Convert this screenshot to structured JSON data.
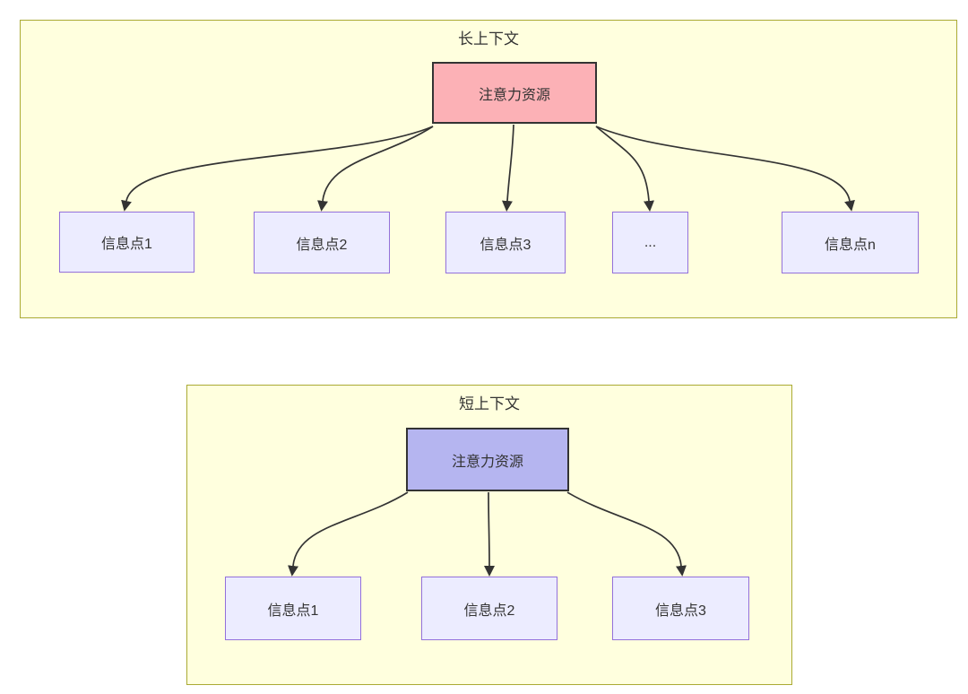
{
  "diagram": {
    "long_context": {
      "title": "长上下文",
      "root_label": "注意力资源",
      "root_fill": "#fcb1b6",
      "children": [
        "信息点1",
        "信息点2",
        "信息点3",
        "...",
        "信息点n"
      ]
    },
    "short_context": {
      "title": "短上下文",
      "root_label": "注意力资源",
      "root_fill": "#b5b5f0",
      "children": [
        "信息点1",
        "信息点2",
        "信息点3"
      ]
    },
    "colors": {
      "panel_background": "#ffffde",
      "panel_border": "#aaaa33",
      "info_node_background": "#ececff",
      "info_node_border": "#9370db",
      "root_node_border": "#333333",
      "arrow": "#333333",
      "text": "#333333"
    }
  }
}
